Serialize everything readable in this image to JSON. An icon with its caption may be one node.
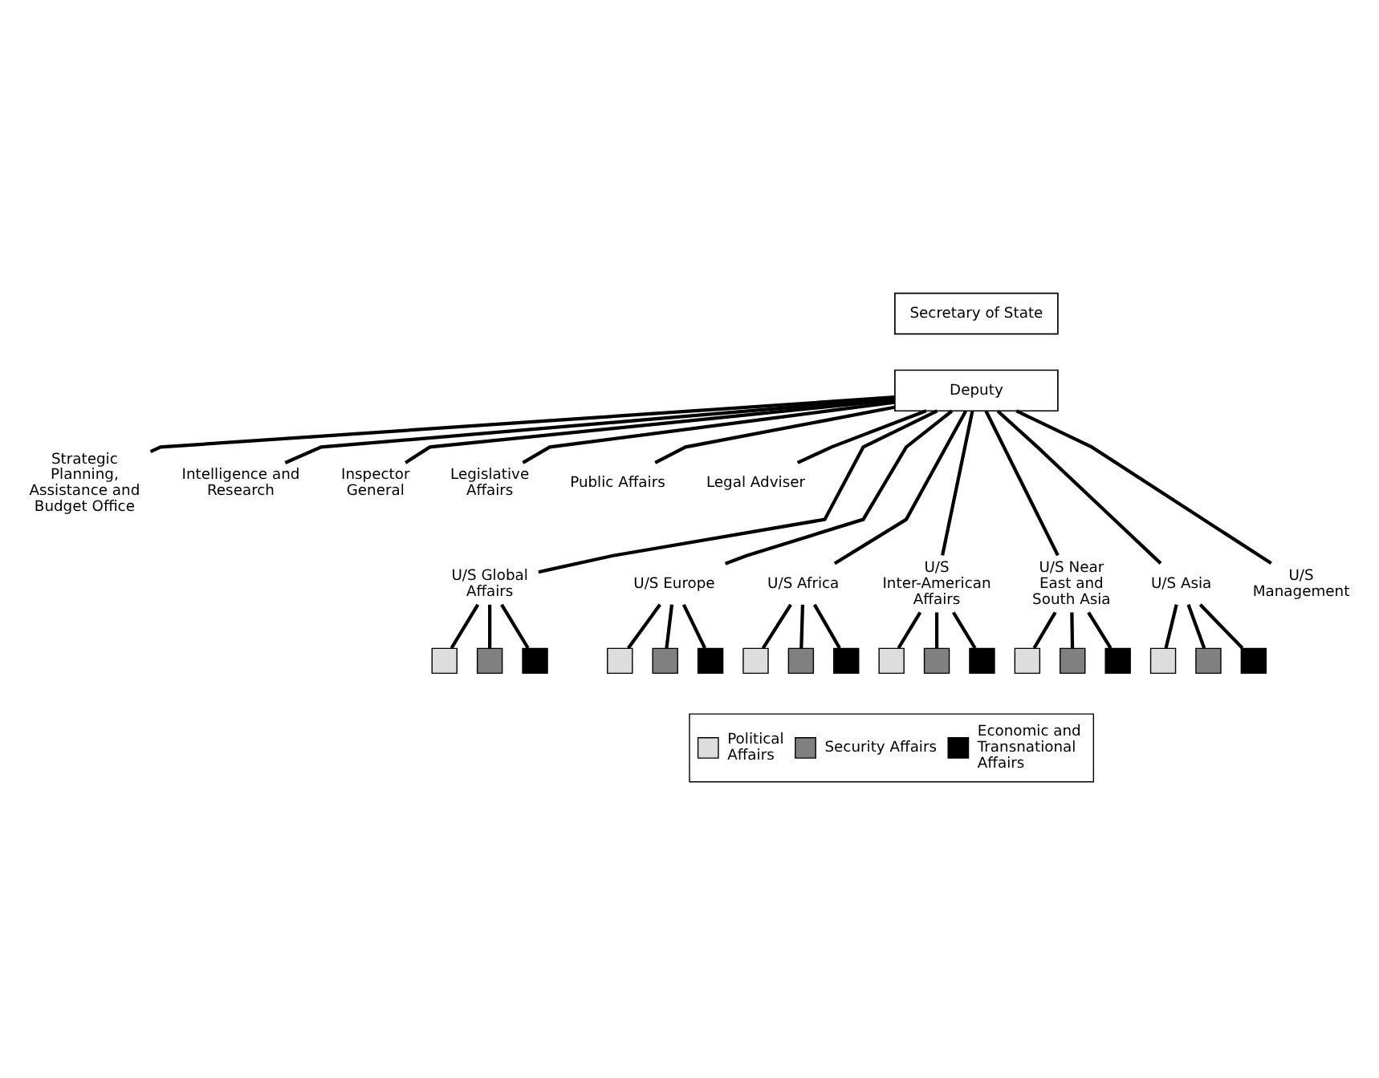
{
  "diagram": {
    "nodes": [
      {
        "text": [
          "Secretary of State"
        ]
      },
      {
        "text": [
          "Deputy"
        ]
      },
      {
        "text": [
          "Strategic Planning, Assistance and Budget Office"
        ]
      },
      {
        "text": [
          "Intelligence and Research"
        ]
      },
      {
        "text": [
          "Inspector General"
        ]
      },
      {
        "text": [
          "Legislative Affairs"
        ]
      },
      {
        "text": [
          "Public Affairs"
        ]
      },
      {
        "text": [
          "Legal Adviser"
        ]
      },
      {
        "text": [
          "U/S Global Affairs"
        ]
      },
      {
        "text": [
          "U/S Europe"
        ]
      },
      {
        "text": [
          "U/S Africa"
        ]
      },
      {
        "text": [
          "U/S Inter-American Affairs"
        ]
      },
      {
        "text": [
          "U/S Near East and South Asia"
        ]
      },
      {
        "text": [
          "U/S Asia"
        ]
      },
      {
        "text": [
          "U/S Management"
        ]
      },
      {
        "text": [],
        "shape": "box"
      },
      {
        "text": [],
        "shape": "box"
      },
      {
        "text": [],
        "shape": "box"
      },
      {
        "text": [],
        "shape": "box"
      },
      {
        "text": [],
        "shape": "box"
      },
      {
        "text": [],
        "shape": "box"
      },
      {
        "text": [],
        "shape": "box"
      },
      {
        "text": [],
        "shape": "box"
      },
      {
        "text": [],
        "shape": "box"
      },
      {
        "text": [],
        "shape": "box"
      },
      {
        "text": [],
        "shape": "box"
      },
      {
        "text": [],
        "shape": "box"
      },
      {
        "text": [],
        "shape": "box"
      },
      {
        "text": [],
        "shape": "box"
      },
      {
        "text": [],
        "shape": "box"
      },
      {
        "text": [],
        "shape": "box"
      },
      {
        "text": [],
        "shape": "box"
      },
      {
        "text": [],
        "shape": "box"
      }
    ],
    "edges": [
      {
        "from": 1,
        "to": 2,
        "arrow": "none"
      },
      {
        "from": 1,
        "to": 3,
        "arrow": "none"
      },
      {
        "from": 1,
        "to": 4,
        "arrow": "none"
      },
      {
        "from": 1,
        "to": 5,
        "arrow": "none"
      },
      {
        "from": 1,
        "to": 6,
        "arrow": "none"
      },
      {
        "from": 1,
        "to": 7,
        "arrow": "none"
      },
      {
        "from": 1,
        "to": 8,
        "arrow": "none"
      },
      {
        "from": 1,
        "to": 9,
        "arrow": "none"
      },
      {
        "from": 1,
        "to": 10,
        "arrow": "none"
      },
      {
        "from": 1,
        "to": 11,
        "arrow": "none"
      },
      {
        "from": 1,
        "to": 12,
        "arrow": "none"
      },
      {
        "from": 1,
        "to": 13,
        "arrow": "none"
      },
      {
        "from": 1,
        "to": 14,
        "arrow": "none"
      },
      {
        "from": 8,
        "to": 15,
        "arrow": "none"
      },
      {
        "from": 8,
        "to": 16,
        "arrow": "none"
      },
      {
        "from": 8,
        "to": 17,
        "arrow": "none"
      },
      {
        "from": 9,
        "to": 18,
        "arrow": "none"
      },
      {
        "from": 9,
        "to": 19,
        "arrow": "none"
      },
      {
        "from": 9,
        "to": 20,
        "arrow": "none"
      },
      {
        "from": 10,
        "to": 21,
        "arrow": "none"
      },
      {
        "from": 10,
        "to": 22,
        "arrow": "none"
      },
      {
        "from": 10,
        "to": 23,
        "arrow": "none"
      },
      {
        "from": 11,
        "to": 24,
        "arrow": "none"
      },
      {
        "from": 11,
        "to": 25,
        "arrow": "none"
      },
      {
        "from": 11,
        "to": 26,
        "arrow": "none"
      },
      {
        "from": 12,
        "to": 27,
        "arrow": "none"
      },
      {
        "from": 12,
        "to": 28,
        "arrow": "none"
      },
      {
        "from": 12,
        "to": 29,
        "arrow": "none"
      },
      {
        "from": 13,
        "to": 30,
        "arrow": "none"
      },
      {
        "from": 13,
        "to": 31,
        "arrow": "none"
      },
      {
        "from": 13,
        "to": 32,
        "arrow": "none"
      }
    ],
    "legend": [
      {
        "text": "Political Affairs",
        "color": "#dddddd"
      },
      {
        "text": "Security Affairs",
        "color": "#808080"
      },
      {
        "text": "Economic and Transnational Affairs",
        "color": "#000000"
      }
    ]
  }
}
